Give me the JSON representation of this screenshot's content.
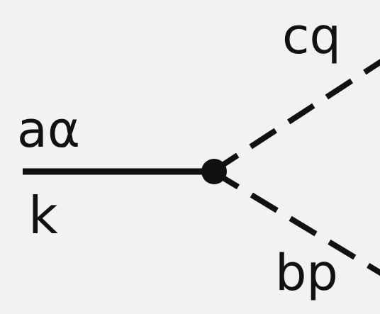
{
  "diagram": {
    "incoming_line": {
      "index_label": "aα",
      "momentum_label": "k",
      "style": "solid"
    },
    "outgoing_upper": {
      "label": "cq",
      "style": "dashed"
    },
    "outgoing_lower": {
      "label": "bp",
      "style": "dashed"
    },
    "vertex": "filled-dot",
    "colors": {
      "background": "#f2f2f0",
      "ink": "#111111"
    }
  }
}
